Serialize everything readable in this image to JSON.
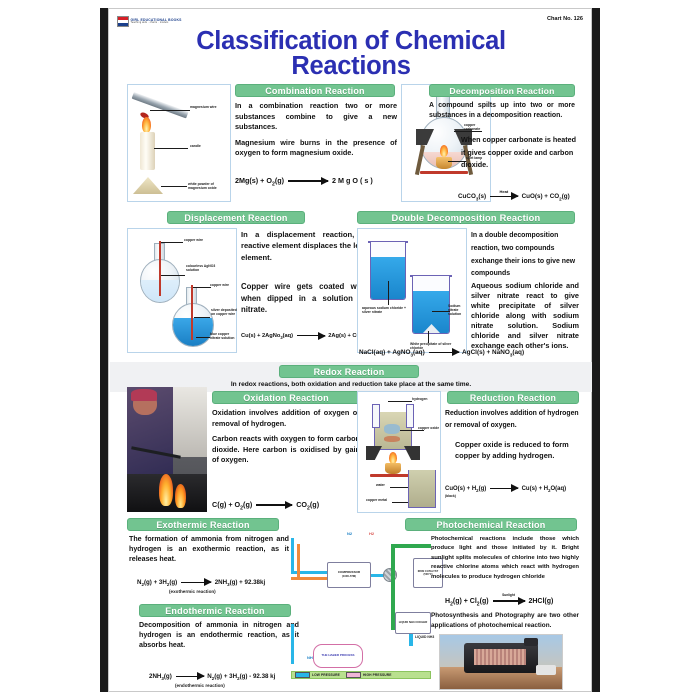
{
  "meta": {
    "brand_line1": "GIRL EDUCATIONAL BOOKS",
    "brand_line2": "Teaching aids · charts · models",
    "chart_number": "Chart No. 126"
  },
  "title": {
    "line1": "Classification of Chemical",
    "line2": "Reactions"
  },
  "colors": {
    "title": "#2b2fb2",
    "ribbon": "#72c490",
    "ribbon_border": "#5bb07c",
    "panel_border": "#b9d4ea",
    "legend_bg": "#b9e08f",
    "low_pressure": "#29b6e8",
    "high_pressure": "#f0b6d6",
    "haber_loop": "#2fa84f"
  },
  "sections": {
    "combination": {
      "heading": "Combination Reaction",
      "paragraphs": [
        "In a combination reaction two or more substances combine to give a new substances.",
        "Magnesium wire burns in the presence of oxygen to form magnesium oxide."
      ],
      "equation": {
        "left": "2Mg(s) + O2(g)",
        "right": "2 M g O ( s )",
        "above_arrow": ""
      },
      "figure_labels": [
        "magnesium wire",
        "candle",
        "white powder of magnesium oxide"
      ]
    },
    "decomposition": {
      "heading": "Decomposition Reaction",
      "paragraphs": [
        "A compound spilts up into two or more substances in a decomposition reaction.",
        "When copper carbonate is heated it gives copper oxide and carbon dioxide."
      ],
      "equation": {
        "left": "CuCO3(s)",
        "right": "CuO(s)  +  CO2(g)",
        "above_arrow": "Heat"
      },
      "figure_labels": [
        "copper carbonate",
        "gas",
        "spirt lamp",
        "copper oxide"
      ]
    },
    "displacement": {
      "heading": "Displacement Reaction",
      "paragraphs": [
        "In a displacement reaction, the more reactive element displaces the less reactive element.",
        "Copper wire gets coated with silver when dipped in a solution of silver nitrate."
      ],
      "equation": {
        "left": "Cu(s) + 2AgNo3(aq)",
        "right": "2Ag(s) + Cu(NO3)2(aq)",
        "above_arrow": ""
      },
      "figure_labels": [
        "copper wire",
        "colourless AgNO3 solution",
        "copper wire",
        "silver deposited on copper wire",
        "blue copper nitrate solution"
      ]
    },
    "double_decomposition": {
      "heading": "Double Decomposition Reaction",
      "paragraphs": [
        "In a double decomposition reaction, two compounds exchange their ions to give new compounds",
        "Aqueous sodium chloride and silver nitrate react to give white precipitate of silver chloride along with sodium nitrate solution. Sodium chloride and silver nitrate exchange each other's ions."
      ],
      "equation": {
        "left": "NaCl(aq) + AgNO3(aq)",
        "right": "AgCl(s) + NaNO3(aq)",
        "above_arrow": ""
      },
      "figure_labels": [
        "aqueous sodium chloride + silver nitrate",
        "Sodium nitrate solution",
        "White precipitate of silver chloride"
      ]
    },
    "redox": {
      "heading": "Redox Reaction",
      "subtitle": "In redox reactions, both oxidation and reduction take place at the same time."
    },
    "oxidation": {
      "heading": "Oxidation Reaction",
      "paragraphs": [
        "Oxidation involves addition of oxygen or removal of hydrogen.",
        "Carbon reacts with oxygen to form carbon dioxide. Here carbon is oxidised by gain of oxygen."
      ],
      "equation": {
        "left": "C(g) + O2(g)",
        "right": "CO2(g)",
        "above_arrow": ""
      }
    },
    "reduction": {
      "heading": "Reduction Reaction",
      "paragraphs": [
        "Reduction involves addition of hydrogen or removal of oxygen.",
        "Copper oxide is reduced to form copper by adding hydrogen."
      ],
      "equation": {
        "left": "CuO(s) + H2(g)",
        "right": "Cu(s) + H2O(aq)",
        "note_under_left": "(black)",
        "above_arrow": ""
      },
      "figure_labels": [
        "hydrogen",
        "copper oxide",
        "water",
        "copper metal"
      ]
    },
    "exothermic": {
      "heading": "Exothermic Reaction",
      "paragraphs": [
        "The formation of ammonia from nitrogen and hydrogen is an exothermic reaction, as it releases heat."
      ],
      "equation": {
        "left": "N2(g) + 3H2(g)",
        "right": "2NH3(g) + 92.38kj",
        "caption": "(exothermic reaction)"
      }
    },
    "endothermic": {
      "heading": "Endothermic Reaction",
      "paragraphs": [
        "Decomposition of ammonia in nitrogen and hydrogen is an endothermic reaction, as it absorbs heat."
      ],
      "equation": {
        "left": "2NH3(g)",
        "right": "N2(g)  +  3H2(g)  -  92.38  kj",
        "caption": "(endothermic reaction)"
      }
    },
    "photochemical": {
      "heading": "Photochemical Reaction",
      "paragraphs": [
        "Photochemical reactions include those which produce light and those initiated by it. Bright sunlight splits molecules of chlorine into two highly reactive chlorine atoms which react with hydrogen molecules to produce hydrogen chloride",
        "Photosynthesis and Photography are two other applications of photochemical reaction."
      ],
      "equation": {
        "left": "H2(g)  +  Cl2(g)",
        "right": "2HCl(g)",
        "above_arrow": "Sunlight"
      }
    },
    "haber": {
      "process_label": "THE HABER PROCESS",
      "compressor_label": "COMPRESSOR",
      "compressor_sub": "(1000 ATM)",
      "reactor_label": "IRON CATALYST",
      "reactor_sub": "(500°C)",
      "cooler_label": "LIQUID NH3 COOLER",
      "outlet_label": "LIQUID NH3",
      "legend_low": "LOW PRESSURE",
      "legend_high": "HIGH PRESSURE",
      "gas_labels": [
        "N2",
        "H2",
        "NH3"
      ]
    }
  }
}
